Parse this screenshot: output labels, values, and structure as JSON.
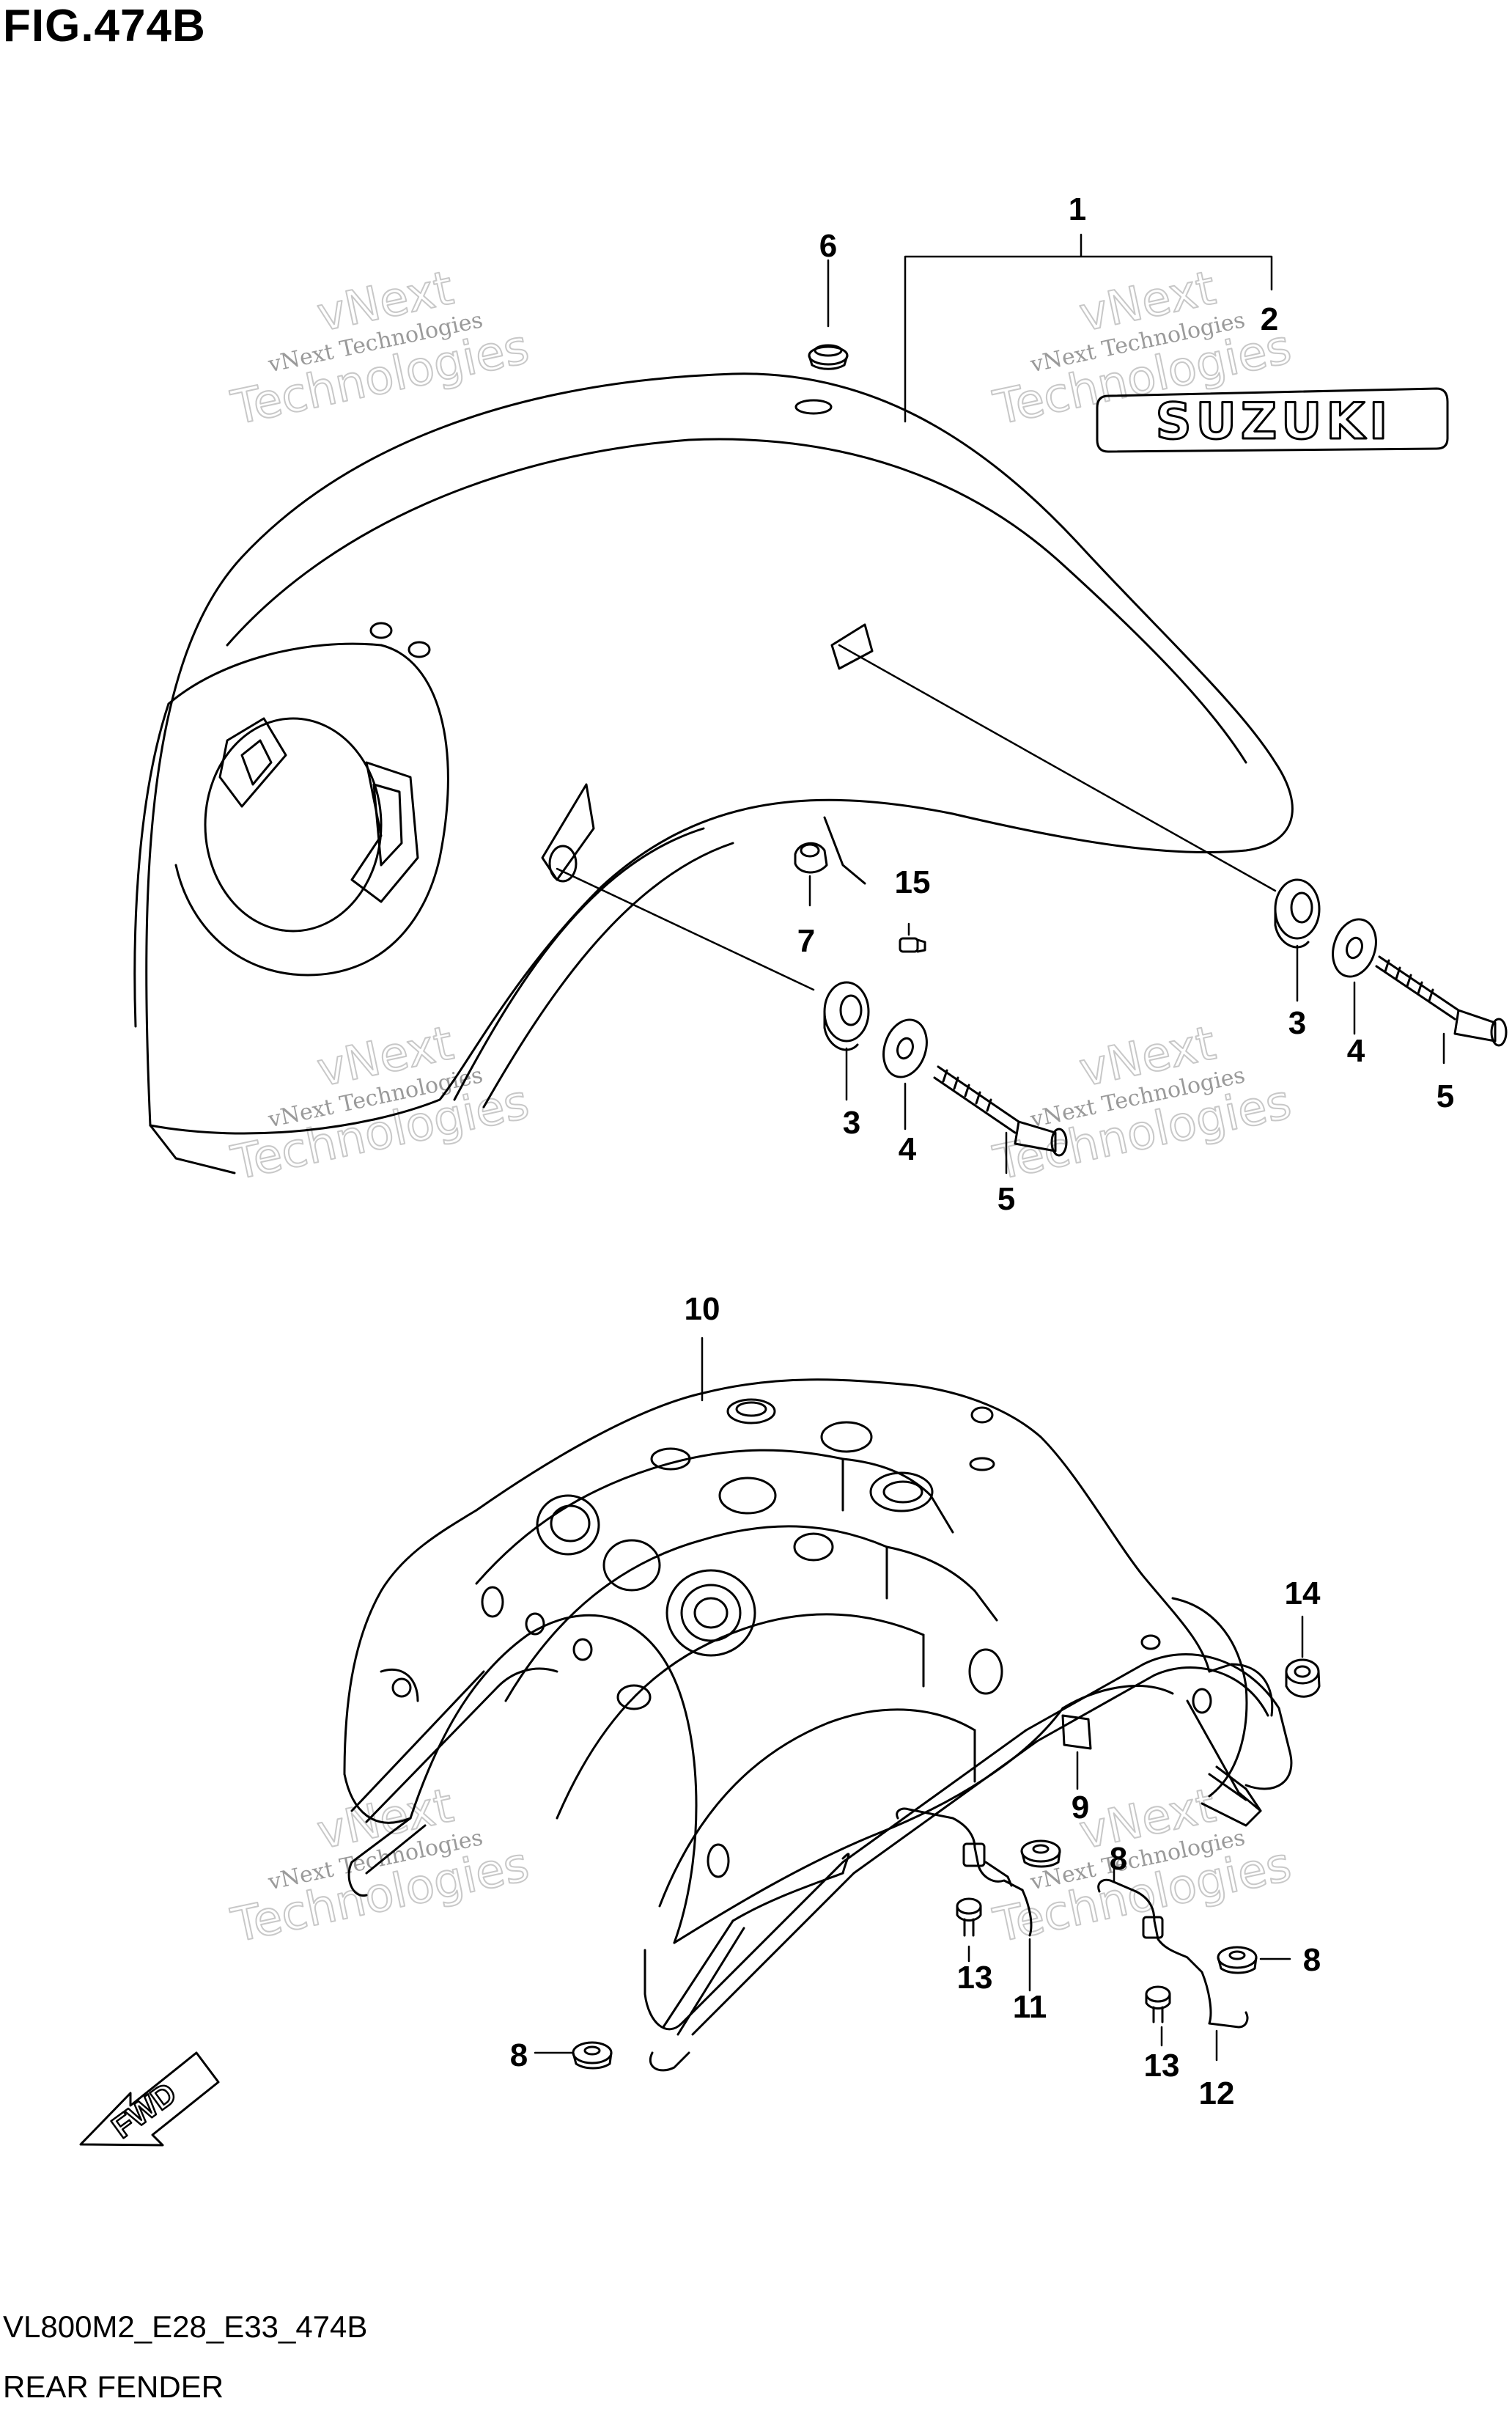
{
  "title": "FIG.474B",
  "diagram_code": "VL800M2_E28_E33_474B",
  "caption": "REAR FENDER",
  "emblem_text": "SUZUKI",
  "direction_arrow": "FWD",
  "watermark": {
    "line1": "vNext",
    "line2": "vNext Technologies",
    "line3": "Technologies"
  },
  "callouts": {
    "c1": "1",
    "c2": "2",
    "c6": "6",
    "c15": "15",
    "c7": "7",
    "c3a": "3",
    "c4a": "4",
    "c5a": "5",
    "c3b": "3",
    "c4b": "4",
    "c5b": "5",
    "c10": "10",
    "c14": "14",
    "c9": "9",
    "c8a": "8",
    "c8b": "8",
    "c8c": "8",
    "c13a": "13",
    "c11": "11",
    "c13b": "13",
    "c12": "12"
  }
}
